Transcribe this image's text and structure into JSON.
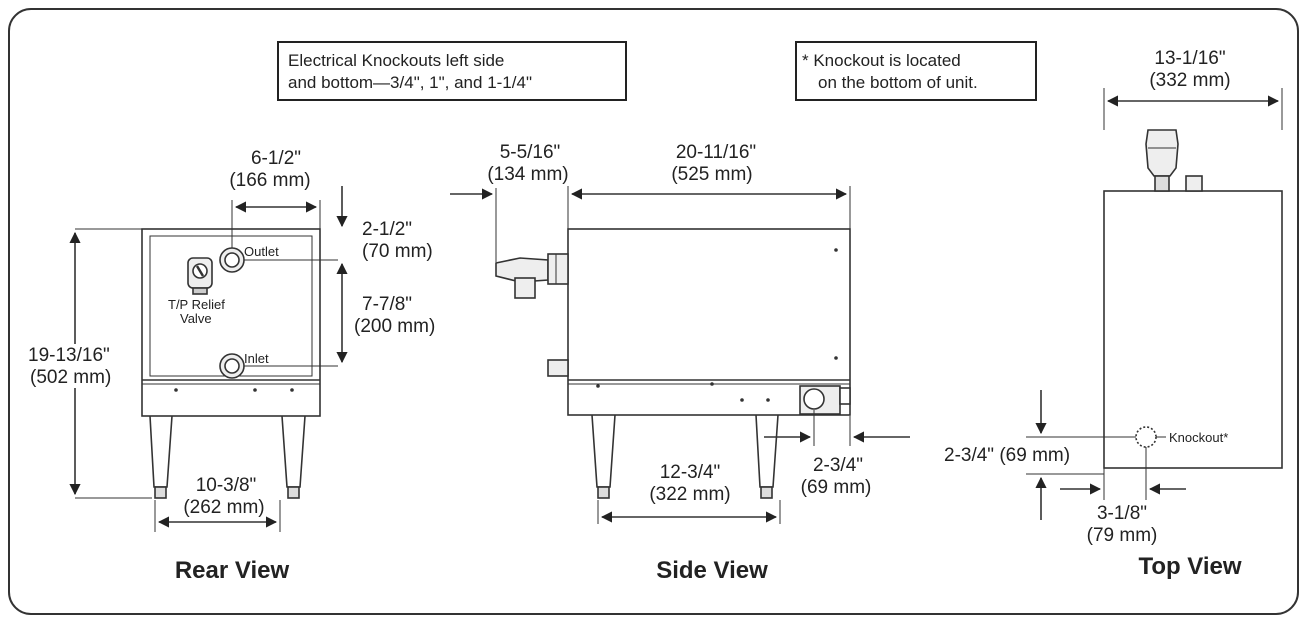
{
  "notes": {
    "knockouts_line1": "Electrical Knockouts left side",
    "knockouts_line2": "and bottom—3/4\", 1\", and 1-1/4\"",
    "bottom_line1": "* Knockout is located",
    "bottom_line2": "on the bottom of unit."
  },
  "rear": {
    "title": "Rear View",
    "width_top_in": "6-1/2\"",
    "width_top_mm": "(166 mm)",
    "outlet_drop_in": "2-1/2\"",
    "outlet_drop_mm": "(70 mm)",
    "inlet_spacing_in": "7-7/8\"",
    "inlet_spacing_mm": "(200 mm)",
    "height_in": "19-13/16\"",
    "height_mm": "(502 mm)",
    "legs_in": "10-3/8\"",
    "legs_mm": "(262 mm)",
    "outlet_label": "Outlet",
    "inlet_label": "Inlet",
    "valve_line1": "T/P Relief",
    "valve_line2": "Valve"
  },
  "side": {
    "title": "Side View",
    "pipe_in": "5-5/16\"",
    "pipe_mm": "(134 mm)",
    "length_in": "20-11/16\"",
    "length_mm": "(525 mm)",
    "legs_in": "12-3/4\"",
    "legs_mm": "(322 mm)",
    "knockout_in": "2-3/4\"",
    "knockout_mm": "(69 mm)"
  },
  "top": {
    "title": "Top View",
    "width_in": "13-1/16\"",
    "width_mm": "(332 mm)",
    "knockout_depth": "2-3/4\" (69 mm)",
    "knockout_side_in": "3-1/8\"",
    "knockout_side_mm": "(79 mm)",
    "knockout_label": "Knockout*"
  }
}
